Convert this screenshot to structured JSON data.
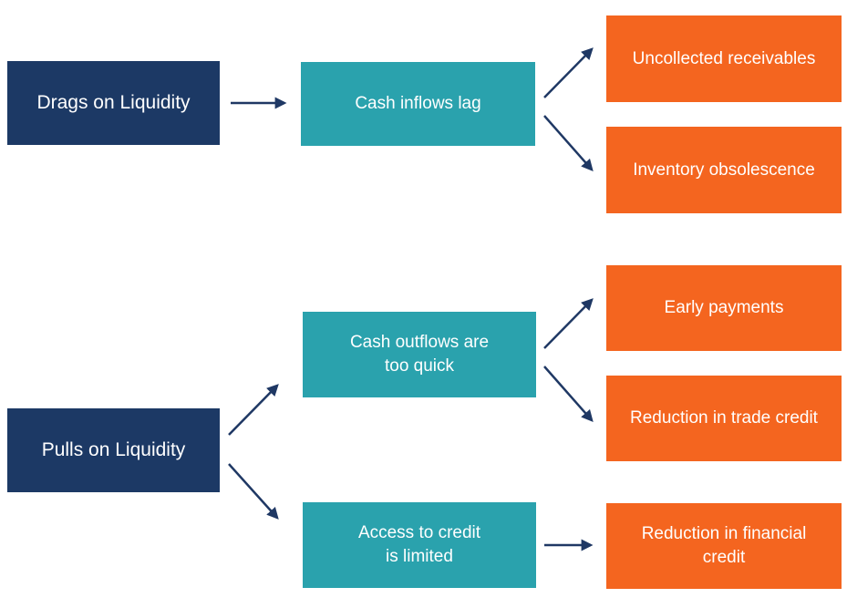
{
  "diagram": {
    "title": "Drags and Pulls on Liquidity flowchart",
    "colors": {
      "navy": "#1C3965",
      "teal": "#2AA2AD",
      "orange": "#F4651F",
      "arrow": "#1F3864",
      "text": "#FFFFFF",
      "background": "#FFFFFF"
    },
    "nodes": {
      "drags": {
        "label": "Drags on Liquidity",
        "color_role": "navy"
      },
      "cash_inflows": {
        "label": "Cash inflows lag",
        "color_role": "teal"
      },
      "uncollected": {
        "label": "Uncollected receivables",
        "color_role": "orange"
      },
      "inventory": {
        "label": "Inventory obsolescence",
        "color_role": "orange"
      },
      "pulls": {
        "label": "Pulls on Liquidity",
        "color_role": "navy"
      },
      "cash_outflows": {
        "label": "Cash outflows are\ntoo quick",
        "color_role": "teal"
      },
      "early": {
        "label": "Early payments",
        "color_role": "orange"
      },
      "trade_credit": {
        "label": "Reduction in trade credit",
        "color_role": "orange"
      },
      "access": {
        "label": "Access to credit\nis limited",
        "color_role": "teal"
      },
      "financial_credit": {
        "label": "Reduction in financial\ncredit",
        "color_role": "orange"
      }
    },
    "edges": [
      {
        "from": "drags",
        "to": "cash_inflows"
      },
      {
        "from": "cash_inflows",
        "to": "uncollected"
      },
      {
        "from": "cash_inflows",
        "to": "inventory"
      },
      {
        "from": "pulls",
        "to": "cash_outflows"
      },
      {
        "from": "pulls",
        "to": "access"
      },
      {
        "from": "cash_outflows",
        "to": "early"
      },
      {
        "from": "cash_outflows",
        "to": "trade_credit"
      },
      {
        "from": "access",
        "to": "financial_credit"
      }
    ]
  }
}
